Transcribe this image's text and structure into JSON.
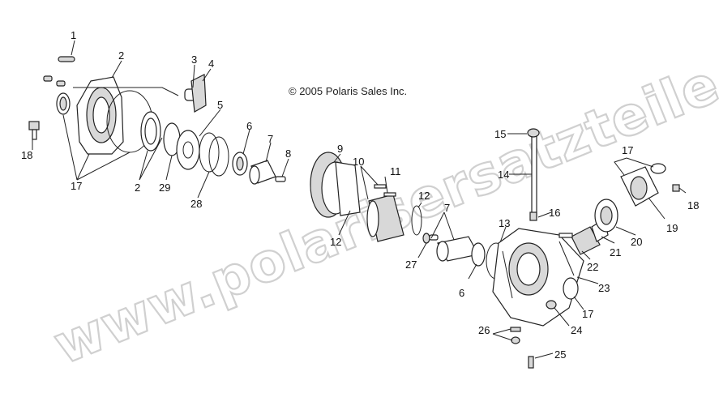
{
  "copyright": "© 2005 Polaris Sales Inc.",
  "watermark": "www.polarisersatzteile.de",
  "callouts": [
    {
      "id": "c1",
      "text": "1"
    },
    {
      "id": "c2a",
      "text": "2"
    },
    {
      "id": "c3",
      "text": "3"
    },
    {
      "id": "c4",
      "text": "4"
    },
    {
      "id": "c5",
      "text": "5"
    },
    {
      "id": "c6a",
      "text": "6"
    },
    {
      "id": "c7a",
      "text": "7"
    },
    {
      "id": "c8",
      "text": "8"
    },
    {
      "id": "c18a",
      "text": "18"
    },
    {
      "id": "c17a",
      "text": "17"
    },
    {
      "id": "c2b",
      "text": "2"
    },
    {
      "id": "c29",
      "text": "29"
    },
    {
      "id": "c28",
      "text": "28"
    },
    {
      "id": "c9",
      "text": "9"
    },
    {
      "id": "c10",
      "text": "10"
    },
    {
      "id": "c11",
      "text": "11"
    },
    {
      "id": "c12a",
      "text": "12"
    },
    {
      "id": "c12b",
      "text": "12"
    },
    {
      "id": "c7b",
      "text": "7"
    },
    {
      "id": "c27",
      "text": "27"
    },
    {
      "id": "c6b",
      "text": "6"
    },
    {
      "id": "c13",
      "text": "13"
    },
    {
      "id": "c15",
      "text": "15"
    },
    {
      "id": "c14",
      "text": "14"
    },
    {
      "id": "c16",
      "text": "16"
    },
    {
      "id": "c17b",
      "text": "17"
    },
    {
      "id": "c18b",
      "text": "18"
    },
    {
      "id": "c19",
      "text": "19"
    },
    {
      "id": "c20",
      "text": "20"
    },
    {
      "id": "c21",
      "text": "21"
    },
    {
      "id": "c22",
      "text": "22"
    },
    {
      "id": "c23",
      "text": "23"
    },
    {
      "id": "c17c",
      "text": "17"
    },
    {
      "id": "c24",
      "text": "24"
    },
    {
      "id": "c26",
      "text": "26"
    },
    {
      "id": "c25",
      "text": "25"
    }
  ]
}
